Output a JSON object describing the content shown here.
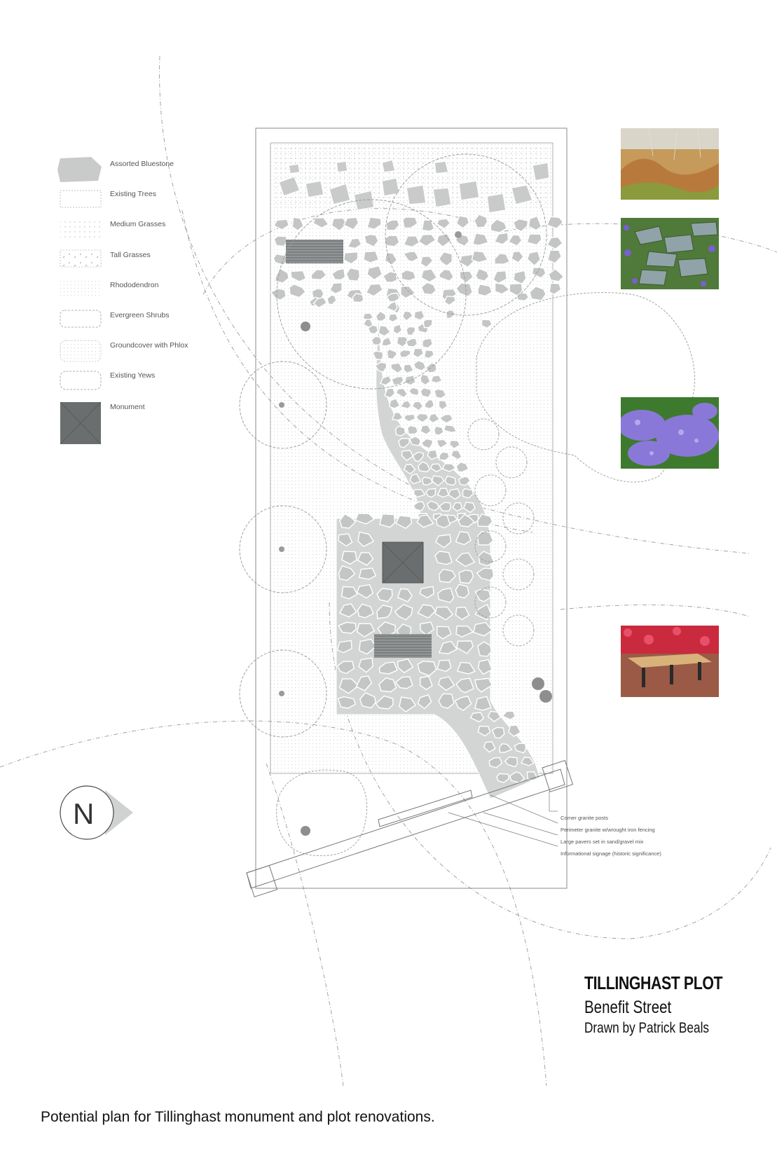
{
  "legend": {
    "items": [
      {
        "label": "Assorted Bluestone",
        "icon": "bluestone-swatch-icon"
      },
      {
        "label": "Existing Trees",
        "icon": "existing-trees-swatch-icon"
      },
      {
        "label": "Medium Grasses",
        "icon": "medium-grasses-swatch-icon"
      },
      {
        "label": "Tall Grasses",
        "icon": "tall-grasses-swatch-icon"
      },
      {
        "label": "Rhododendron",
        "icon": "rhododendron-swatch-icon"
      },
      {
        "label": "Evergreen Shrubs",
        "icon": "evergreen-shrubs-swatch-icon"
      },
      {
        "label": "Groundcover with Phlox",
        "icon": "groundcover-swatch-icon"
      },
      {
        "label": "Existing Yews",
        "icon": "existing-yews-swatch-icon"
      },
      {
        "label": "Monument",
        "icon": "monument-swatch-icon"
      }
    ]
  },
  "notes": [
    "Corner granite posts",
    "Perimeter granite w/wrought iron fencing",
    "Large pavers set in sand/gravel mix",
    "Informational signage (historic significance)"
  ],
  "compass": {
    "letter": "N",
    "icon": "north-arrow-icon"
  },
  "photos": [
    {
      "name": "tall-grasses-photo"
    },
    {
      "name": "bluestone-path-photo"
    },
    {
      "name": "phlox-groundcover-photo"
    },
    {
      "name": "bench-photo"
    }
  ],
  "title": {
    "main": "TILLINGHAST PLOT",
    "street": "Benefit Street",
    "credit": "Drawn by Patrick Beals"
  },
  "caption": "Potential plan for Tillinghast monument and plot renovations.",
  "colors": {
    "stone": "#c9cbcb",
    "stone_dark": "#a9acac",
    "monument": "#6b6e6e",
    "line": "#8a8a8a"
  }
}
